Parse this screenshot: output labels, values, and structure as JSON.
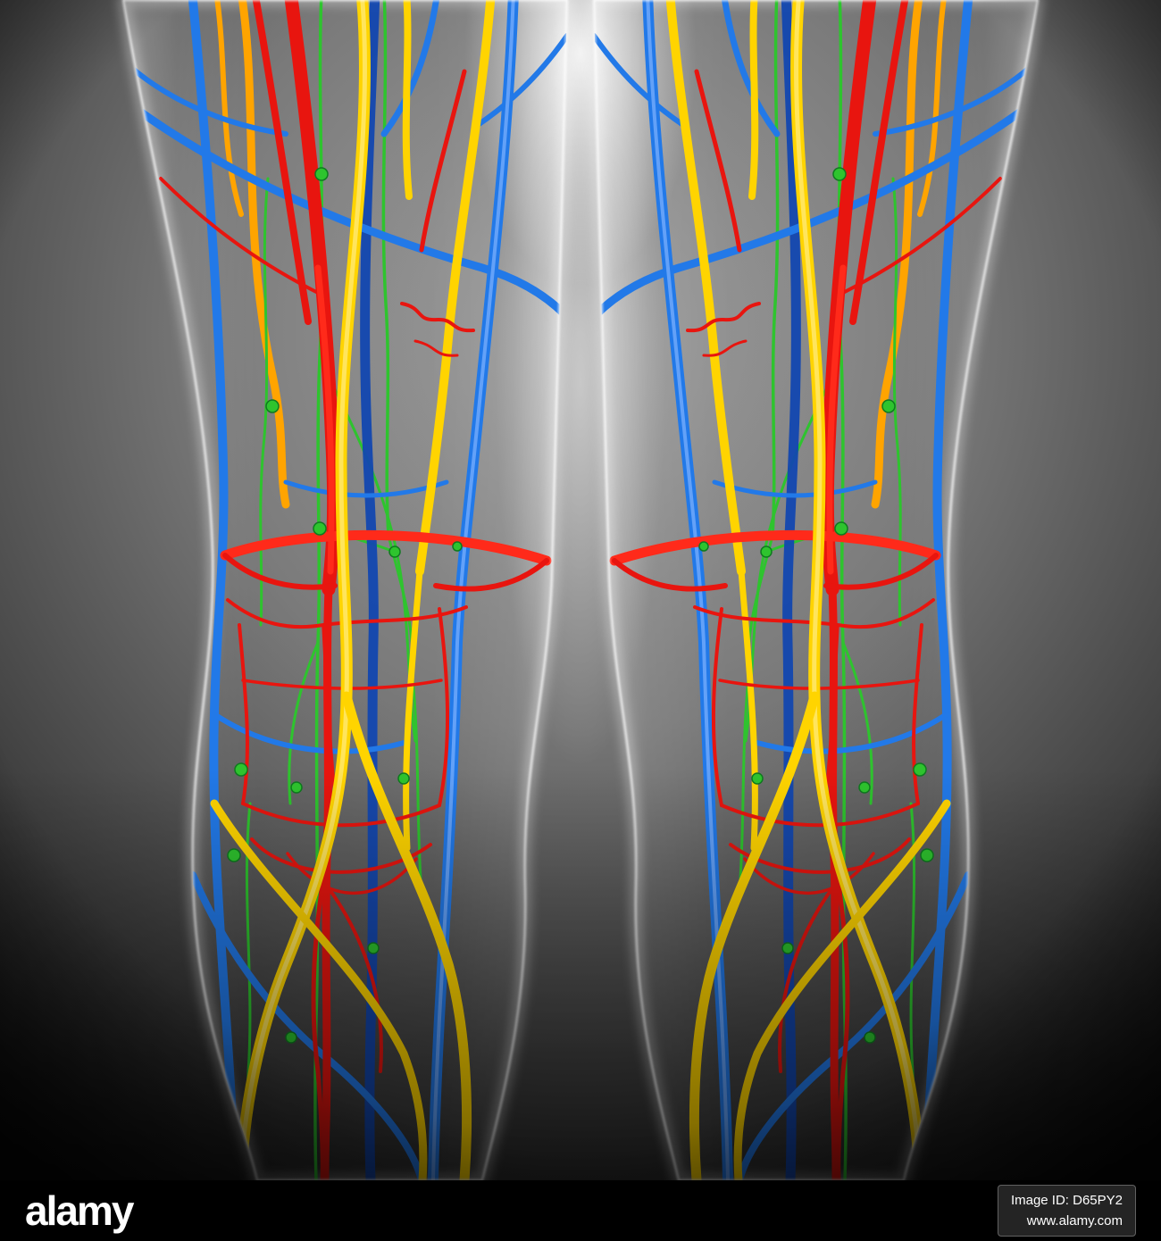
{
  "footer": {
    "logo_text": "alamy",
    "image_id": "Image ID: D65PY2",
    "website": "www.alamy.com"
  },
  "colors": {
    "artery_red": "#e8150f",
    "artery_bright": "#ff2a1a",
    "vein_blue": "#2279e8",
    "vein_deep_blue": "#1247b0",
    "nerve_yellow": "#ffd400",
    "nerve_deep_yellow": "#f0b400",
    "lymph_green": "#2ec42e",
    "accent_orange": "#ffa400",
    "footer_black": "#000000"
  }
}
